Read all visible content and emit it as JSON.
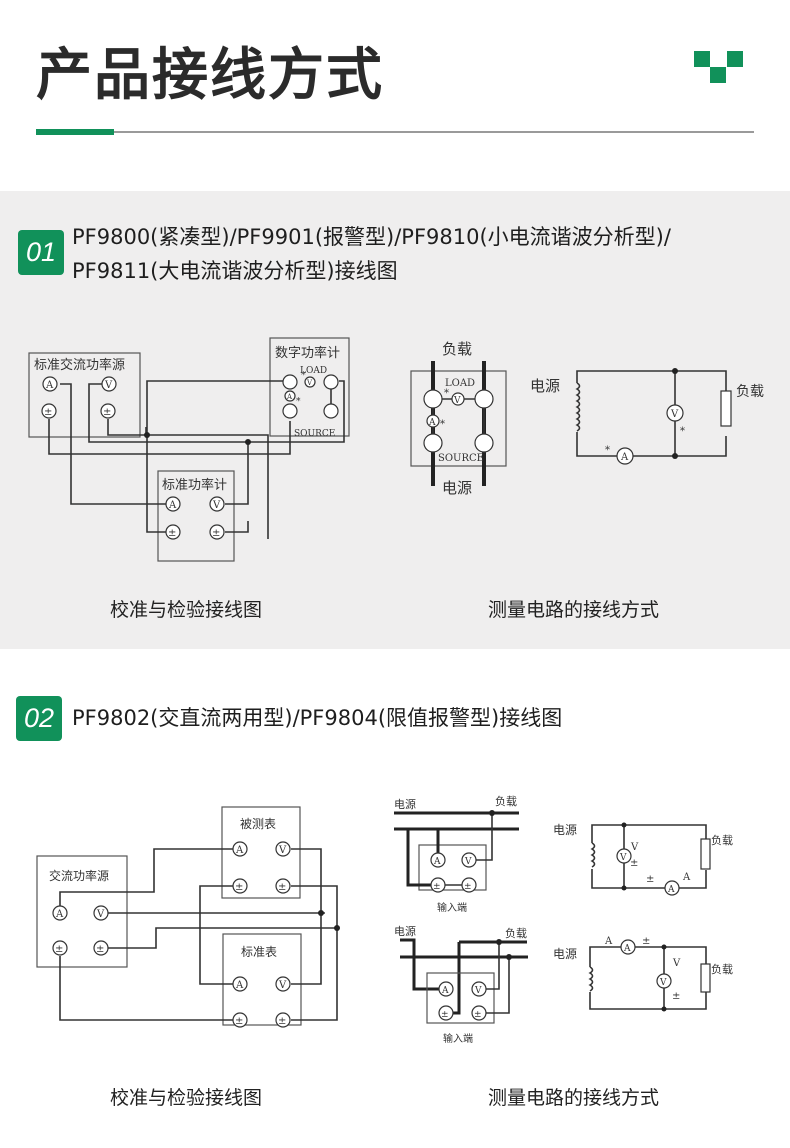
{
  "header": {
    "title": "产品接线方式",
    "accent_color": "#11915a"
  },
  "sections": [
    {
      "number": "01",
      "title_line1": "PF9800(紧凑型)/PF9901(报警型)/PF9810(小电流谐波分析型)/",
      "title_line2": "PF9811(大电流谐波分析型)接线图",
      "diagram_left": {
        "caption": "校准与检验接线图",
        "source_box": "标准交流功率源",
        "meter_box": "数字功率计",
        "standard_box": "标准功率计",
        "load_label": "LOAD",
        "source_label": "SOURCE",
        "terminal_a": "A",
        "terminal_v": "V",
        "terminal_pm": "±",
        "star": "*"
      },
      "diagram_right": {
        "caption": "测量电路的接线方式",
        "load": "负载",
        "power": "电源",
        "load_label": "LOAD",
        "source_label": "SOURCE",
        "terminal_a": "A",
        "terminal_v": "V",
        "star": "*"
      }
    },
    {
      "number": "02",
      "title": "PF9802(交直流两用型)/PF9804(限值报警型)接线图",
      "diagram_left": {
        "caption": "校准与检验接线图",
        "source_box": "交流功率源",
        "tested_box": "被测表",
        "standard_box": "标准表",
        "terminal_a": "A",
        "terminal_v": "V",
        "terminal_pm": "±"
      },
      "diagram_right": {
        "caption": "测量电路的接线方式",
        "power": "电源",
        "load": "负载",
        "input": "输入端",
        "terminal_a": "A",
        "terminal_v": "V",
        "terminal_pm": "±"
      }
    }
  ]
}
